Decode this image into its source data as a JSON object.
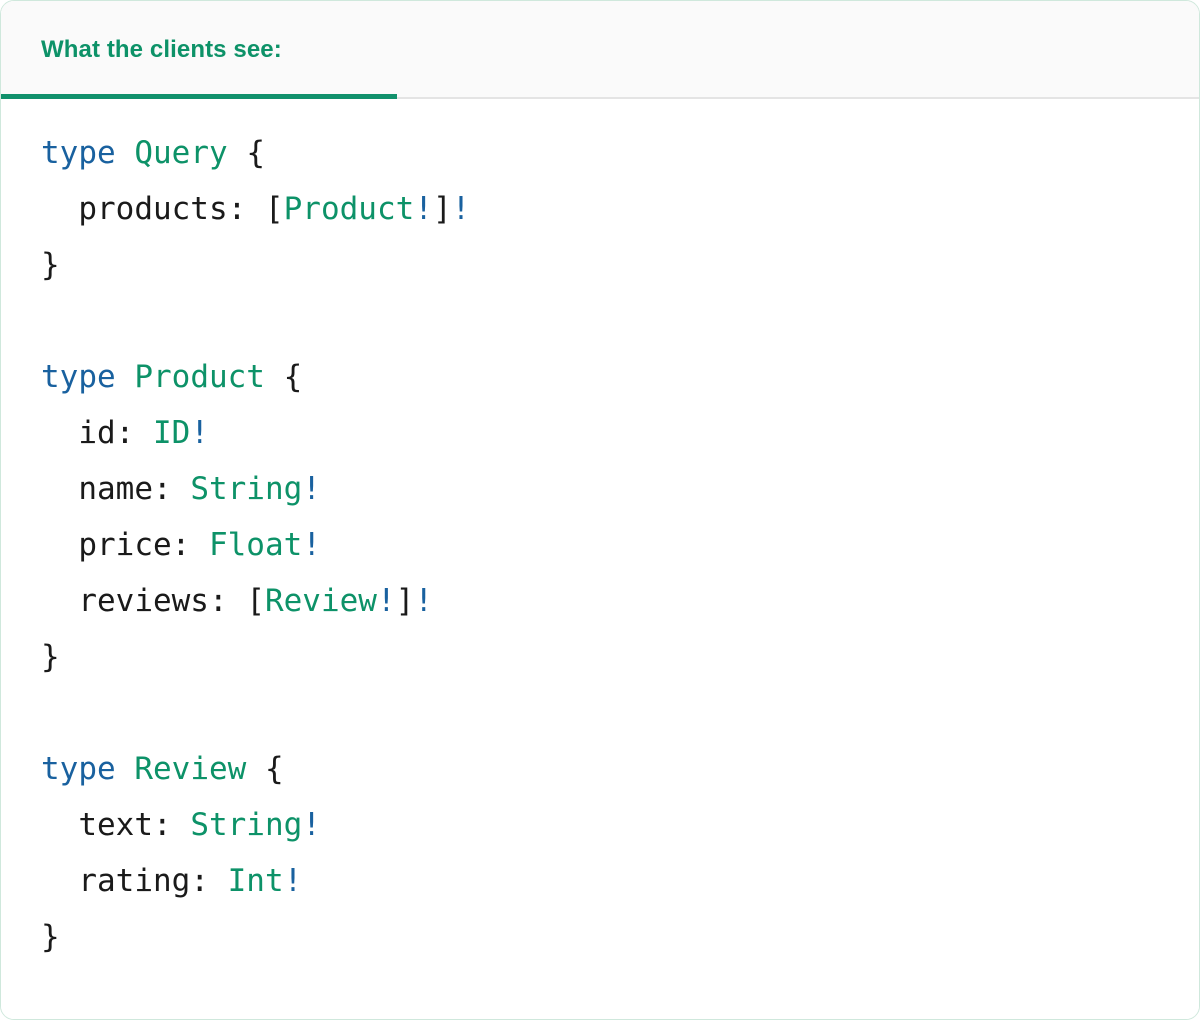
{
  "card": {
    "accent_color": "#11916c",
    "border_color": "#cfe8dc",
    "header_bg": "#fafafa",
    "body_bg": "#ffffff"
  },
  "tab": {
    "label": "What the clients see:",
    "label_color": "#0d9268",
    "active": true
  },
  "syntax_colors": {
    "keyword": "#19619f",
    "type": "#0d9268",
    "name": "#1a1a1a",
    "punctuation": "#1a1a1a",
    "bang": "#19619f"
  },
  "code": {
    "language": "graphql",
    "text": "type Query {\n  products: [Product!]!\n}\n\ntype Product {\n  id: ID!\n  name: String!\n  price: Float!\n  reviews: [Review!]!\n}\n\ntype Review {\n  text: String!\n  rating: Int!\n}",
    "lines": [
      {
        "id": "l1",
        "tokens": [
          {
            "t": "type",
            "c": "kw"
          },
          {
            "t": " ",
            "c": "name"
          },
          {
            "t": "Query",
            "c": "type"
          },
          {
            "t": " ",
            "c": "name"
          },
          {
            "t": "{",
            "c": "punc"
          }
        ]
      },
      {
        "id": "l2",
        "tokens": [
          {
            "t": "  products",
            "c": "name"
          },
          {
            "t": ": ",
            "c": "punc"
          },
          {
            "t": "[",
            "c": "punc"
          },
          {
            "t": "Product",
            "c": "type"
          },
          {
            "t": "!",
            "c": "bang"
          },
          {
            "t": "]",
            "c": "punc"
          },
          {
            "t": "!",
            "c": "bang"
          }
        ]
      },
      {
        "id": "l3",
        "tokens": [
          {
            "t": "}",
            "c": "punc"
          }
        ]
      },
      {
        "id": "l4",
        "tokens": []
      },
      {
        "id": "l5",
        "tokens": [
          {
            "t": "type",
            "c": "kw"
          },
          {
            "t": " ",
            "c": "name"
          },
          {
            "t": "Product",
            "c": "type"
          },
          {
            "t": " ",
            "c": "name"
          },
          {
            "t": "{",
            "c": "punc"
          }
        ]
      },
      {
        "id": "l6",
        "tokens": [
          {
            "t": "  id",
            "c": "name"
          },
          {
            "t": ": ",
            "c": "punc"
          },
          {
            "t": "ID",
            "c": "type"
          },
          {
            "t": "!",
            "c": "bang"
          }
        ]
      },
      {
        "id": "l7",
        "tokens": [
          {
            "t": "  name",
            "c": "name"
          },
          {
            "t": ": ",
            "c": "punc"
          },
          {
            "t": "String",
            "c": "type"
          },
          {
            "t": "!",
            "c": "bang"
          }
        ]
      },
      {
        "id": "l8",
        "tokens": [
          {
            "t": "  price",
            "c": "name"
          },
          {
            "t": ": ",
            "c": "punc"
          },
          {
            "t": "Float",
            "c": "type"
          },
          {
            "t": "!",
            "c": "bang"
          }
        ]
      },
      {
        "id": "l9",
        "tokens": [
          {
            "t": "  reviews",
            "c": "name"
          },
          {
            "t": ": ",
            "c": "punc"
          },
          {
            "t": "[",
            "c": "punc"
          },
          {
            "t": "Review",
            "c": "type"
          },
          {
            "t": "!",
            "c": "bang"
          },
          {
            "t": "]",
            "c": "punc"
          },
          {
            "t": "!",
            "c": "bang"
          }
        ]
      },
      {
        "id": "l10",
        "tokens": [
          {
            "t": "}",
            "c": "punc"
          }
        ]
      },
      {
        "id": "l11",
        "tokens": []
      },
      {
        "id": "l12",
        "tokens": [
          {
            "t": "type",
            "c": "kw"
          },
          {
            "t": " ",
            "c": "name"
          },
          {
            "t": "Review",
            "c": "type"
          },
          {
            "t": " ",
            "c": "name"
          },
          {
            "t": "{",
            "c": "punc"
          }
        ]
      },
      {
        "id": "l13",
        "tokens": [
          {
            "t": "  text",
            "c": "name"
          },
          {
            "t": ": ",
            "c": "punc"
          },
          {
            "t": "String",
            "c": "type"
          },
          {
            "t": "!",
            "c": "bang"
          }
        ]
      },
      {
        "id": "l14",
        "tokens": [
          {
            "t": "  rating",
            "c": "name"
          },
          {
            "t": ": ",
            "c": "punc"
          },
          {
            "t": "Int",
            "c": "type"
          },
          {
            "t": "!",
            "c": "bang"
          }
        ]
      },
      {
        "id": "l15",
        "tokens": [
          {
            "t": "}",
            "c": "punc"
          }
        ]
      }
    ]
  }
}
